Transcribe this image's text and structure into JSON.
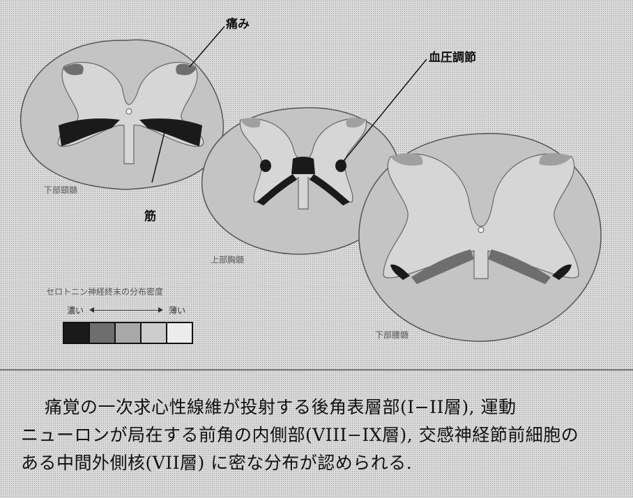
{
  "figure": {
    "labels": {
      "pain": "痛み",
      "bp_regulation": "血圧調節",
      "muscle": "筋"
    },
    "sections": {
      "cervical": "下部頸髄",
      "thoracic": "上部胸髄",
      "lumbar": "下部腰髄"
    },
    "legend": {
      "title": "セロトニン神経終末の分布密度",
      "dense": "濃い",
      "sparse": "薄い",
      "colors": [
        "#1a1a1a",
        "#6e6e6e",
        "#a8a8a8",
        "#cccccc",
        "#ececec"
      ]
    },
    "colors": {
      "white_matter": "#c4c4c4",
      "gray_matter": "#d6d6d6",
      "dense": "#1a1a1a",
      "medium": "#6e6e6e",
      "outline": "#555555"
    }
  },
  "caption": {
    "lines": [
      "痛覚の一次求心性線維が投射する後角表層部(I−II層), 運動",
      "ニューロンが局在する前角の内側部(VIII−IX層), 交感神経節前細胞の",
      "ある中間外側核(VII層) に密な分布が認められる."
    ]
  }
}
